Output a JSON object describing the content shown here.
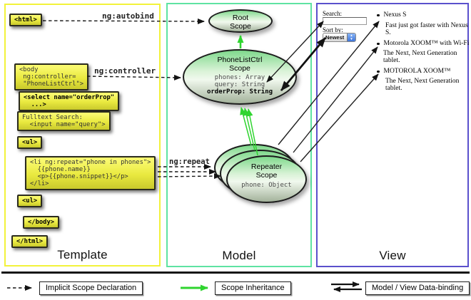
{
  "colors": {
    "template_border": "#f2f23a",
    "model_border": "#5ee3a2",
    "view_border": "#5a50cc",
    "codebox_top": "#f9f96e",
    "codebox_mid": "#e9e93f",
    "codebox_bottom": "#c9c92c",
    "scope_green": "#7fd98c",
    "arrow_green": "#2fd42f",
    "select_blue": "#3c74d8",
    "select_blue_light": "#8ab6f7"
  },
  "panels": {
    "template": "Template",
    "model": "Model",
    "view": "View"
  },
  "annotations": {
    "autobind": "ng:autobind",
    "controller": "ng:controller",
    "repeat": "ng:repeat"
  },
  "template_code": {
    "html_open": "<html>",
    "body_open": [
      "<body",
      " ng:controller=",
      " \"PhoneListCtrl\">"
    ],
    "select": [
      "<select name=\"orderProp\"",
      "  ...>"
    ],
    "fulltext": [
      "Fulltext Search:",
      "  <input name=\"query\">"
    ],
    "ul_open": "<ul>",
    "li": [
      "<li ng:repeat=\"phone in phones\">",
      "  {{phone.name}}",
      "  <p>{{phone.snippet}}</p>",
      "</li>"
    ],
    "ul_close": "<ul>",
    "body_close": "</body>",
    "html_close": "</html>"
  },
  "model": {
    "root": {
      "line1": "Root",
      "line2": "Scope"
    },
    "phonelist": {
      "line1": "PhoneListCtrl",
      "line2": "Scope",
      "prop1": "phones: Array",
      "prop2": "query: String",
      "prop3": "orderProp: String"
    },
    "repeater": {
      "line1": "Repeater",
      "line2": "Scope",
      "prop": "phone: Object"
    }
  },
  "view": {
    "search_label": "Search:",
    "search_value": "",
    "sort_label": "Sort by:",
    "sort_value": "Newest",
    "items": [
      {
        "name": "Nexus S",
        "snippet": "Fast just got faster with Nexus S."
      },
      {
        "name": "Motorola XOOM™ with Wi-Fi",
        "snippet": "The Next, Next Generation tablet."
      },
      {
        "name": "MOTOROLA XOOM™",
        "snippet": "The Next, Next Generation tablet."
      }
    ]
  },
  "legend": {
    "implicit": "Implicit Scope Declaration",
    "inheritance": "Scope Inheritance",
    "binding": "Model / View Data-binding"
  }
}
